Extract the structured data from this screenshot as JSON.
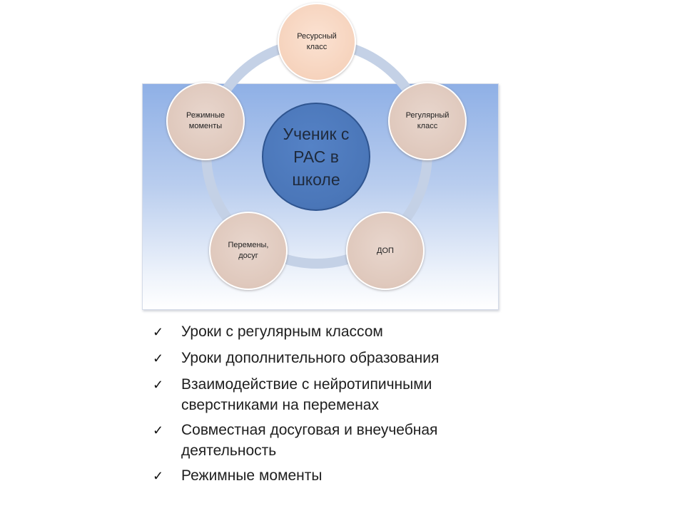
{
  "diagram": {
    "center": "Ученик с РАС в школе",
    "nodes": [
      {
        "id": "resource",
        "label": "Ресурсный класс"
      },
      {
        "id": "regular",
        "label": "Регулярный класс"
      },
      {
        "id": "dop",
        "label": "ДОП"
      },
      {
        "id": "breaks",
        "label": "Перемены, досуг"
      },
      {
        "id": "routine",
        "label": "Режимные моменты"
      }
    ]
  },
  "bullets": {
    "mark": "✓",
    "items": [
      "Уроки с регулярным классом",
      "Уроки дополнительного образования",
      "Взаимодействие с нейротипичными сверстниками на переменах",
      "Совместная досуговая и внеучебная деятельность",
      "Режимные моменты"
    ]
  }
}
